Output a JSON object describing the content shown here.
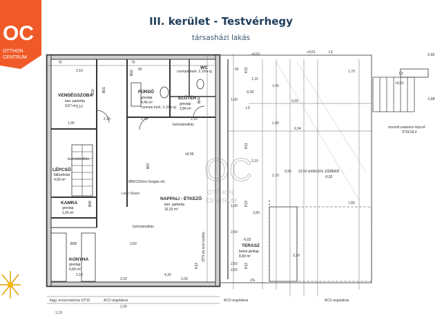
{
  "title": "III. kerület - Testvérhegy",
  "subtitle": "társasházi lakás",
  "logo": {
    "text": "OTTHON CENTRUM",
    "color": "#f05a28"
  },
  "rooms": [
    {
      "name": "VENDÉGSZOBA",
      "floor": "lam. parketta",
      "area": "9,67 m²"
    },
    {
      "name": "FÜRDŐ",
      "floor": "greslap",
      "area": "4,46 m²"
    },
    {
      "name": "ELŐTÉR",
      "floor": "greslap",
      "area": "2,84 m²"
    },
    {
      "name": "WC",
      "floor": "",
      "area": ""
    },
    {
      "name": "LÉPCSŐ",
      "floor": "falburkolat",
      "area": "4,69 m²"
    },
    {
      "name": "KAMRA",
      "floor": "greslap",
      "area": "1,66 m²"
    },
    {
      "name": "KONYHA",
      "floor": "greslap",
      "area": "6,84 m²"
    },
    {
      "name": "NAPPALI - ÉTKEZŐ",
      "floor": "lam. parketta",
      "area": "32,15 m²"
    },
    {
      "name": "TERASZ",
      "floor": "beton járólap",
      "area": "8,90 m²"
    }
  ],
  "notes": {
    "garden": "extenzív zöldtető",
    "stair": "monolit vasbeton lépcső",
    "stair_dim": "9*25/18,4",
    "aco1": "ACO angolakna",
    "aco2": "ACO angolakna",
    "aco3": "ACO angolakna",
    "flue": "Ø80/125mm füstgáz elv.",
    "boiler": "Leier Smart",
    "tile_change1": "burkolatváltás",
    "tile_change2": "burkolatváltás",
    "tile_change3": "burkolatváltás",
    "bath_tile": "csempe burk. 2,10m-ig",
    "wc_tile": "csempe burk. 2,10m-ig",
    "drain": "függ. ereszcsatorna 10*10",
    "attic": "15*5-ös acél oszlop"
  },
  "levels": [
    "±0.00",
    "-0,02",
    "-0,02",
    "-0,02",
    "+0,61",
    "+0,61",
    "-2,60",
    "-1,68",
    "+0,61",
    "L3",
    "L3",
    "L3"
  ],
  "dims": [
    "3,10",
    "3,10",
    "3,10",
    "1,95",
    "2,10",
    "2,10",
    "2,10",
    "2,20",
    "2,20",
    "4,30",
    "3,30",
    "2,80",
    "2,50",
    "2,50",
    "2,50",
    "6,34",
    "6,65",
    "3,50",
    "3,20",
    "9,90",
    "10,50",
    "7,85",
    "2,70",
    "1,70",
    "1,45",
    "1,90",
    "1,15",
    "2,10",
    "1,00",
    "1,00",
    "60",
    "90",
    "75",
    "75",
    "1,19",
    "1%"
  ],
  "windows": [
    "K11",
    "K11",
    "K12",
    "K13",
    "K13",
    "B01",
    "B02",
    "B04",
    "B07",
    "B08",
    "B09",
    "B10"
  ]
}
